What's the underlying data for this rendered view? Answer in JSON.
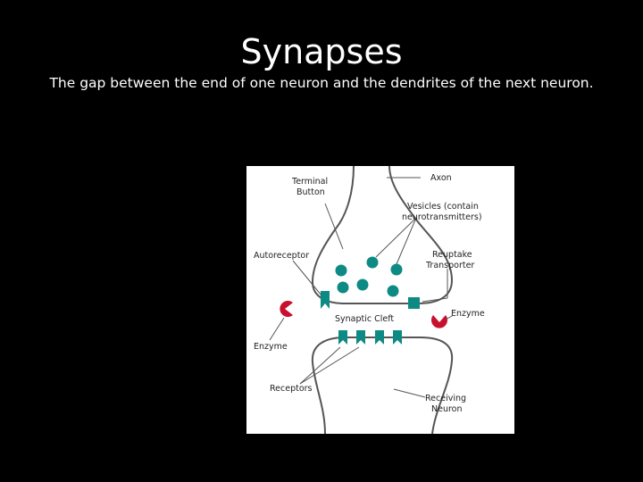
{
  "slide": {
    "title": "Synapses",
    "subtitle": "The gap between the end of one neuron and the dendrites of the next neuron."
  },
  "diagram": {
    "labels": {
      "terminal_button": [
        "Terminal",
        "Button"
      ],
      "axon": "Axon",
      "vesicles": [
        "Vesicles (contain",
        "neurotransmitters)"
      ],
      "autoreceptor": "Autoreceptor",
      "reuptake_transporter": [
        "Reuptake",
        "Transporter"
      ],
      "enzyme_right": "Enzyme",
      "synaptic_cleft": "Synaptic Cleft",
      "enzyme_left": "Enzyme",
      "receptors": "Receptors",
      "receiving_neuron": [
        "Receiving",
        "Neuron"
      ]
    },
    "colors": {
      "vesicle": "#0e8a84",
      "enzyme": "#c8102e",
      "membrane": "#555555",
      "background": "#ffffff"
    }
  }
}
